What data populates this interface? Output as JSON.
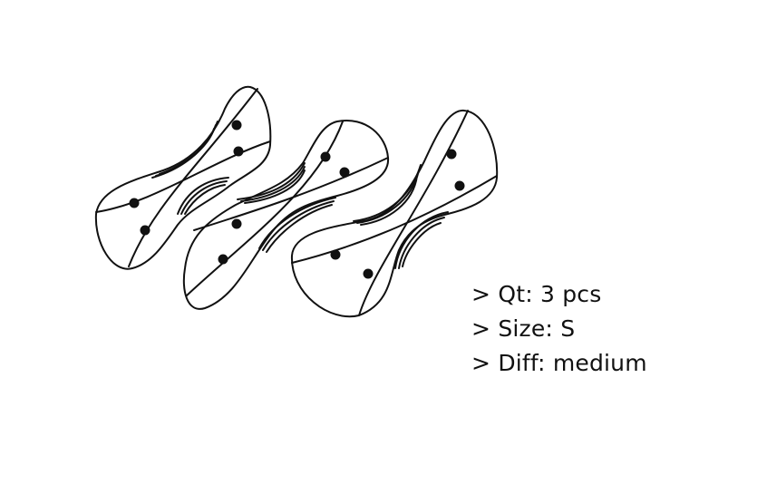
{
  "illustration": {
    "subject": "pieces",
    "piece_count": 3,
    "stroke_color": "#111111",
    "background_color": "#ffffff"
  },
  "specs": [
    {
      "prefix": ">",
      "label": "Qt:",
      "value": "3 pcs"
    },
    {
      "prefix": ">",
      "label": "Size:",
      "value": "S"
    },
    {
      "prefix": ">",
      "label": "Diff:",
      "value": "medium"
    }
  ]
}
